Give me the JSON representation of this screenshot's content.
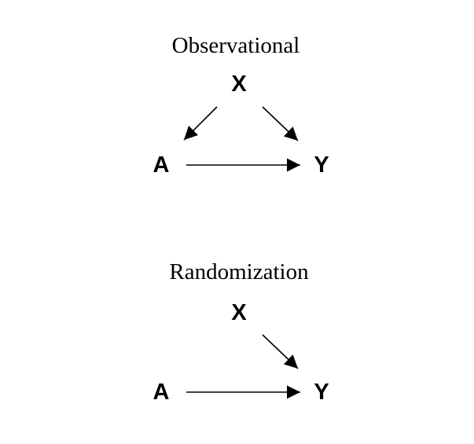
{
  "diagrams": [
    {
      "title": "Observational",
      "nodes": {
        "x": "X",
        "a": "A",
        "y": "Y"
      },
      "edges": [
        {
          "from": "X",
          "to": "A"
        },
        {
          "from": "X",
          "to": "Y"
        },
        {
          "from": "A",
          "to": "Y"
        }
      ]
    },
    {
      "title": "Randomization",
      "nodes": {
        "x": "X",
        "a": "A",
        "y": "Y"
      },
      "edges": [
        {
          "from": "X",
          "to": "Y"
        },
        {
          "from": "A",
          "to": "Y"
        }
      ]
    }
  ]
}
